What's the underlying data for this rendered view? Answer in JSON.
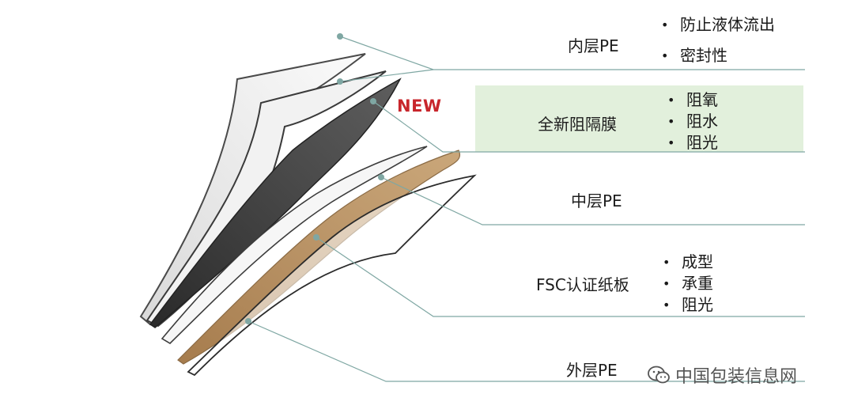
{
  "colors": {
    "band": "#e2f0dc",
    "leader": "#7fa7a3",
    "new_tag": "#c8262c",
    "black_layer": "#3a3a3a",
    "kraft_layer": "#b48c5c"
  },
  "new_tag": "NEW",
  "layers": [
    {
      "label": "内层PE",
      "bullets": [
        "防止液体流出",
        "密封性"
      ]
    },
    {
      "label": "全新阻隔膜",
      "bullets": [
        "阻氧",
        "阻水",
        "阻光"
      ]
    },
    {
      "label": "中层PE",
      "bullets": []
    },
    {
      "label": "FSC认证纸板",
      "bullets": [
        "成型",
        "承重",
        "阻光"
      ]
    },
    {
      "label": "外层PE",
      "bullets": []
    }
  ],
  "watermark": {
    "text": "中国包装信息网",
    "icon": "wechat-icon"
  }
}
